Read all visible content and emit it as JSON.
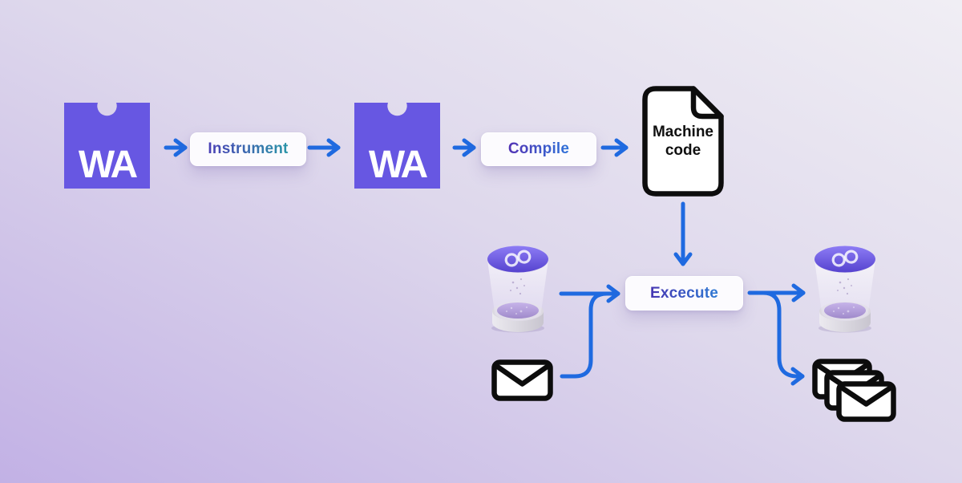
{
  "colors": {
    "background_bottom_left": "#c2b1e5",
    "background_mid": "#ded8ec",
    "background_top_right": "#f0eef4",
    "arrow_blue": "#1f6ae0",
    "wasm_purple": "#6757e2",
    "chip_background": "#fcfbfe",
    "instrument_text_gradient": [
      "#4b3fb6",
      "#2a96a8"
    ],
    "compile_text_gradient": [
      "#5233b4",
      "#2f72d9"
    ],
    "execute_text_gradient": [
      "#4636b2",
      "#2f7ad4"
    ],
    "document_ink": "#0d0d0d",
    "jar_lid_purple": "#8d7cf5"
  },
  "nodes": {
    "wasm_source": {
      "label": "WA"
    },
    "instrument_step": {
      "label": "Instrument"
    },
    "wasm_instrumented": {
      "label": "WA"
    },
    "compile_step": {
      "label": "Compile"
    },
    "machine_code": {
      "label": "Machine code"
    },
    "execute_step": {
      "label": "Excecute"
    }
  },
  "icons": {
    "left_module": "infinity-jar-icon",
    "right_module": "infinity-jar-icon",
    "input_message": "envelope-icon",
    "output_messages": "envelope-stack-icon"
  }
}
